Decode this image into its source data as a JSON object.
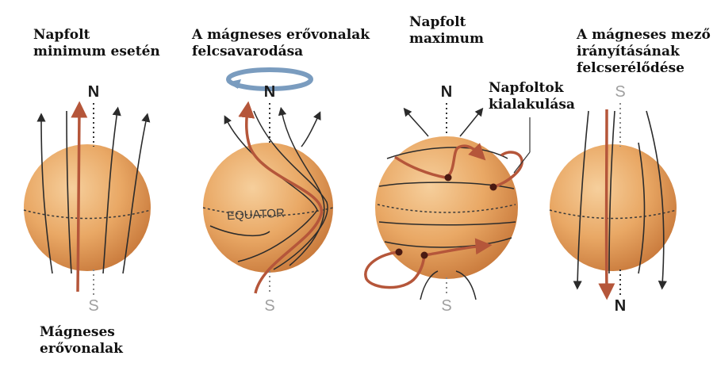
{
  "labels": {
    "stage1_title": "Napfolt\nminimum esetén",
    "stage2_title": "A mágneses erővonalak\nfelcsavarodása",
    "stage3_title": "Napfolt\nmaximum",
    "stage3_spots": "Napfoltok\nkialakulása",
    "stage4_title": "A mágneses mező\nirányításának\nfelcserélődése",
    "field_lines": "Mágneses\nerővonalak"
  },
  "poles": {
    "s1_top": "N",
    "s1_bottom": "S",
    "s2_top": "N",
    "s2_bottom": "S",
    "s3_top": "N",
    "s3_bottom": "S",
    "s4_top": "S",
    "s4_bottom": "N"
  },
  "equator_label": "EQUATOR",
  "colors": {
    "sphere_light": "#f4c08a",
    "sphere_mid": "#e8a460",
    "sphere_dark": "#c8783a",
    "field_line": "#2b2b2b",
    "flux_tube": "#b5563a",
    "twist_arrow": "#7a9cbf",
    "pole_N": "#1a1a1a",
    "pole_S": "#a0a0a0"
  }
}
